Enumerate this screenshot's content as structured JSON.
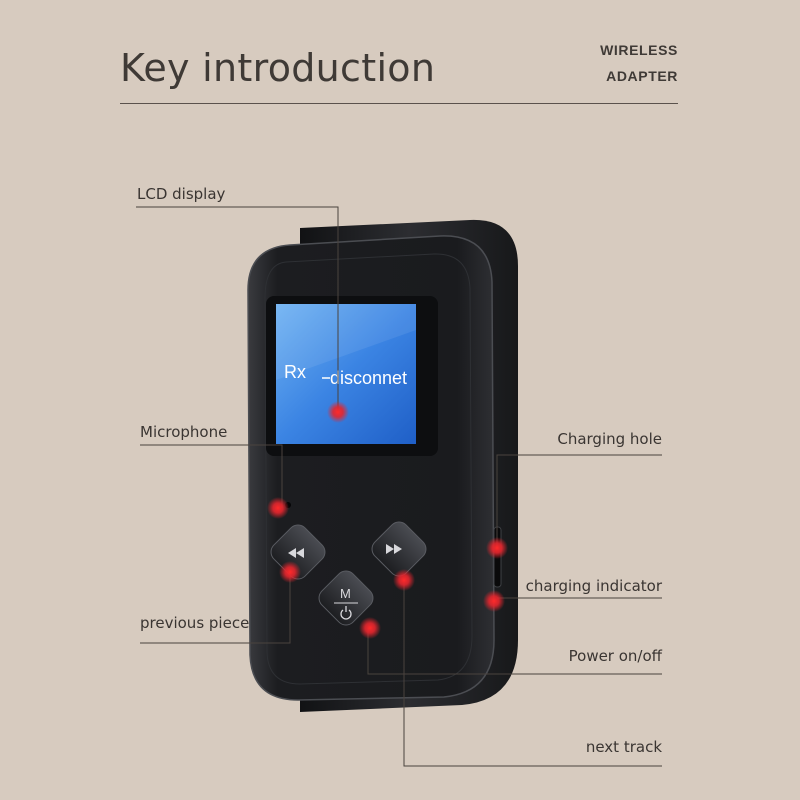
{
  "header": {
    "title": "Key introduction",
    "brand_line1": "WIRELESS",
    "brand_line2": "ADAPTER"
  },
  "screen": {
    "mode": "Rx",
    "status": "disconnet"
  },
  "device": {
    "button_center_label": "M"
  },
  "labels": {
    "lcd_display": "LCD display",
    "microphone": "Microphone",
    "previous_piece": "previous piece",
    "charging_hole": "Charging hole",
    "charging_indicator": "charging indicator",
    "power": "Power on/off",
    "next_track": "next track"
  },
  "colors": {
    "background": "#d7cbbf",
    "device_body": "#202124",
    "screen_blue": "#2f74d9",
    "marker_red": "#e3262e"
  }
}
